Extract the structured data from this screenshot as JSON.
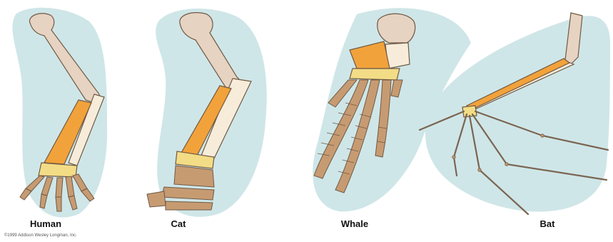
{
  "labels": {
    "human": "Human",
    "cat": "Cat",
    "whale": "Whale",
    "bat": "Bat"
  },
  "credit": "©1999 Addison Wesley Longman, Inc.",
  "colors": {
    "background_blob": "#cfe6e8",
    "humerus": "#e6d3c2",
    "ulna": "#f6ecd9",
    "radius": "#f2a23a",
    "carpals": "#f3dc86",
    "digits": "#c79b72",
    "outline": "#6f5a45"
  }
}
